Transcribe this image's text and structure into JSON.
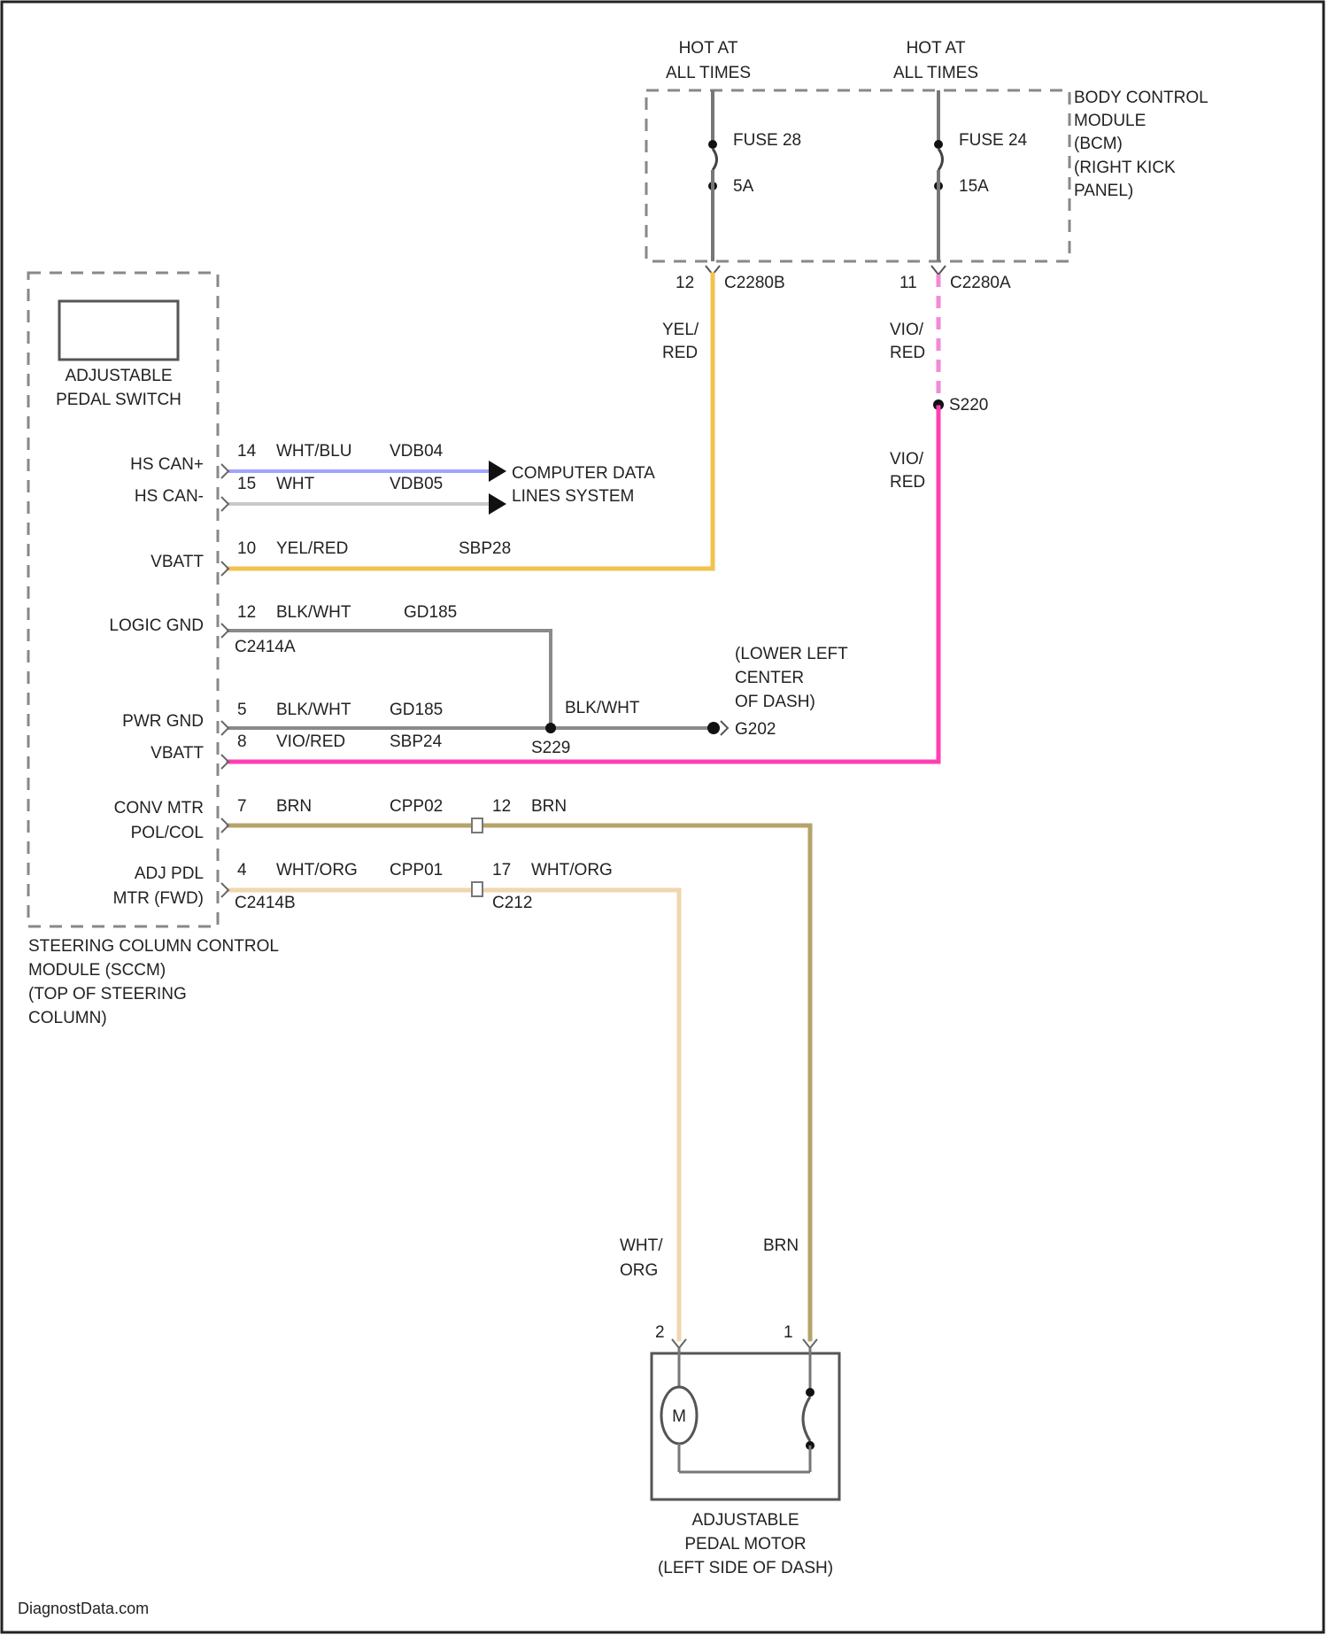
{
  "colors": {
    "yel_red": "#f2c14e",
    "vio_red": "#ff3fb4",
    "vio_red_dashed": "#f28ad6",
    "blk_wht": "#8a8a8a",
    "wht_blu": "#9fa3ff",
    "wht": "#c9c9c9",
    "brn": "#b5a46a",
    "wht_org": "#f0d6b0",
    "frame": "#222222",
    "text": "#222222"
  },
  "power": {
    "hot_left": [
      "HOT AT",
      "ALL TIMES"
    ],
    "hot_right": [
      "HOT AT",
      "ALL TIMES"
    ],
    "fuse_left": {
      "name": "FUSE 28",
      "rating": "5A"
    },
    "fuse_right": {
      "name": "FUSE 24",
      "rating": "15A"
    },
    "bcm_label": [
      "BODY CONTROL",
      "MODULE",
      "(BCM)",
      "(RIGHT KICK",
      "PANEL)"
    ],
    "connector_left": {
      "pin": "12",
      "name": "C2280B"
    },
    "connector_right": {
      "pin": "11",
      "name": "C2280A"
    }
  },
  "wire_labels": {
    "yel_red": [
      "YEL/",
      "RED"
    ],
    "vio_red_top": [
      "VIO/",
      "RED"
    ],
    "vio_red_mid": [
      "VIO/",
      "RED"
    ],
    "splice_s220": "S220",
    "wht_org": [
      "WHT/",
      "ORG"
    ],
    "brn": "BRN"
  },
  "sccm": {
    "switch_label": [
      "ADJUSTABLE",
      "PEDAL SWITCH"
    ],
    "module_label": [
      "STEERING COLUMN CONTROL",
      "MODULE (SCCM)",
      "(TOP OF STEERING",
      "COLUMN)"
    ],
    "connector_a": "C2414A",
    "connector_b": "C2414B",
    "pins": [
      {
        "name": "HS CAN+",
        "pin": "14",
        "color": "WHT/BLU",
        "circuit": "VDB04"
      },
      {
        "name": "HS CAN-",
        "pin": "15",
        "color": "WHT",
        "circuit": "VDB05"
      },
      {
        "name": "VBATT",
        "pin": "10",
        "color": "YEL/RED",
        "circuit": "SBP28"
      },
      {
        "name": "LOGIC GND",
        "pin": "12",
        "color": "BLK/WHT",
        "circuit": "GD185"
      },
      {
        "name": "PWR GND",
        "pin": "5",
        "color": "BLK/WHT",
        "circuit": "GD185"
      },
      {
        "name": "VBATT",
        "pin": "8",
        "color": "VIO/RED",
        "circuit": "SBP24"
      },
      {
        "name": [
          "CONV MTR",
          "POL/COL"
        ],
        "pin": "7",
        "color": "BRN",
        "circuit": "CPP02"
      },
      {
        "name": [
          "ADJ PDL",
          "MTR (FWD)"
        ],
        "pin": "4",
        "color": "WHT/ORG",
        "circuit": "CPP01"
      }
    ]
  },
  "network": [
    "COMPUTER DATA",
    "LINES SYSTEM"
  ],
  "ground": {
    "splice": "S229",
    "wire": "BLK/WHT",
    "location": [
      "(LOWER LEFT",
      "CENTER",
      "OF DASH)"
    ],
    "name": "G202"
  },
  "inline_connector": {
    "name": "C212",
    "brn": {
      "pin": "12",
      "color": "BRN"
    },
    "wht_org": {
      "pin": "17",
      "color": "WHT/ORG"
    }
  },
  "motor": {
    "label": [
      "ADJUSTABLE",
      "PEDAL MOTOR",
      "(LEFT SIDE OF DASH)"
    ],
    "pin_left": "2",
    "pin_right": "1",
    "symbol": "M"
  },
  "watermark": "DiagnostData.com"
}
